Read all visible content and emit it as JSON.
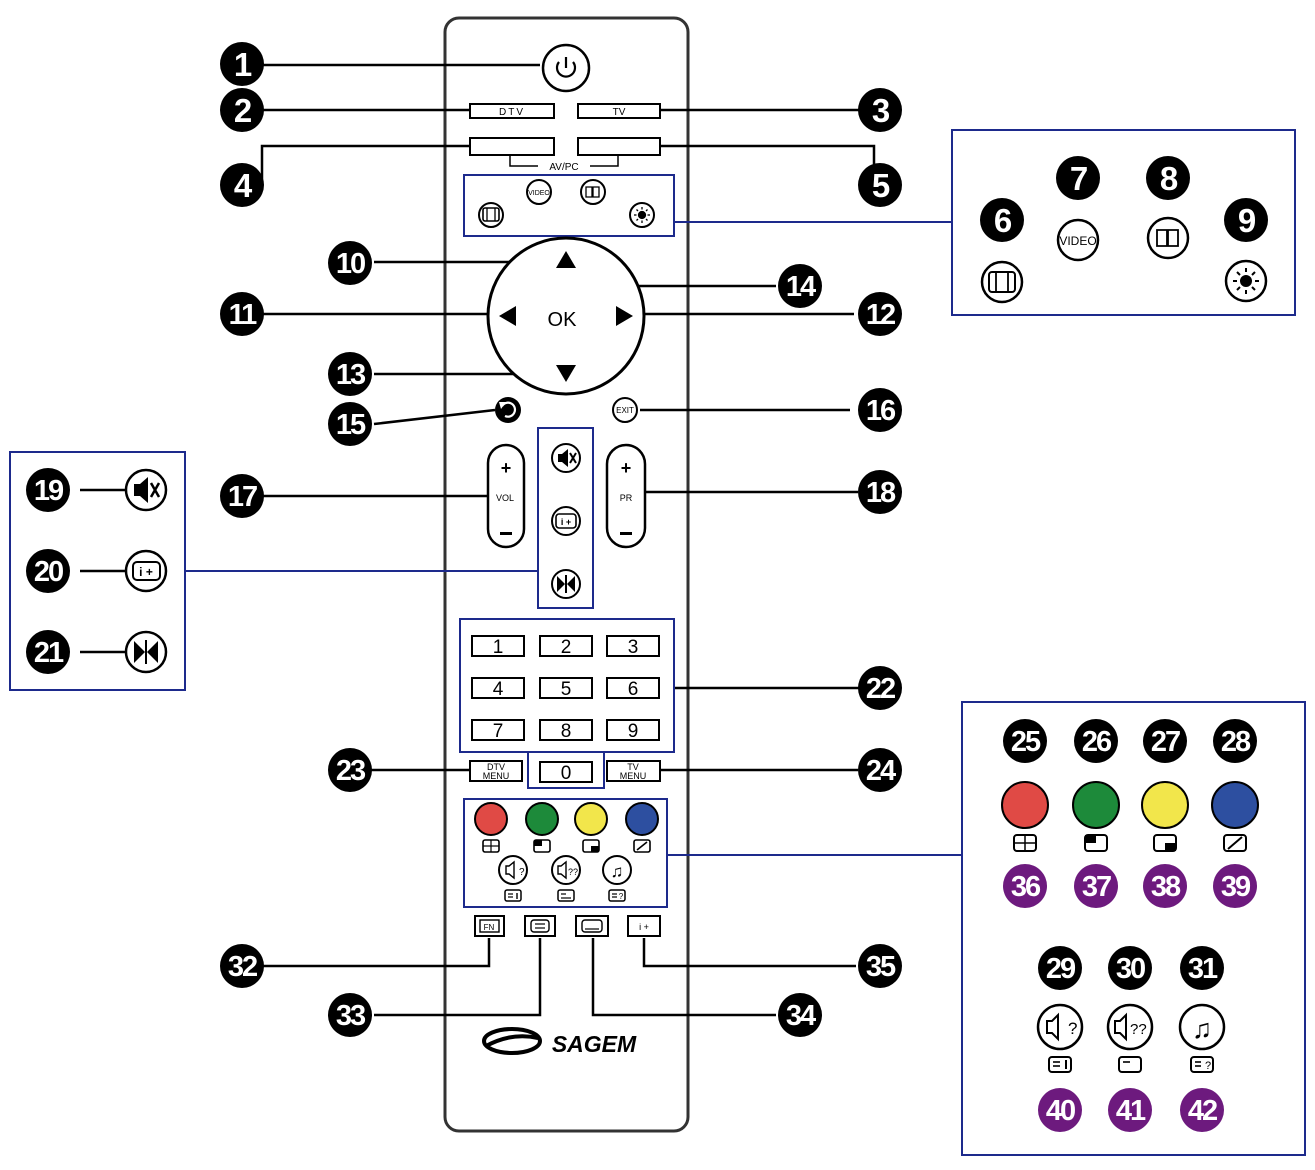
{
  "remote": {
    "power_icon": "power-icon",
    "labels": {
      "dtv": "DTV",
      "tv": "TV",
      "av_pc": "AV/PC",
      "video": "VIDEO",
      "ok": "OK",
      "exit": "EXIT",
      "vol": "VOL",
      "pr": "PR",
      "dtv_menu_line1": "DTV",
      "dtv_menu_line2": "MENU",
      "tv_menu_line1": "TV",
      "tv_menu_line2": "MENU",
      "fn": "FN",
      "i_plus": "i +",
      "brand": "SAGEM"
    },
    "digits": [
      "1",
      "2",
      "3",
      "4",
      "5",
      "6",
      "7",
      "8",
      "9",
      "0"
    ],
    "color_keys": {
      "red": "#e04a45",
      "green": "#1d8a3a",
      "yellow": "#f2e64b",
      "blue": "#2d4fa0"
    }
  },
  "callouts": {
    "c1": "1",
    "c2": "2",
    "c3": "3",
    "c4": "4",
    "c5": "5",
    "c6": "6",
    "c7": "7",
    "c8": "8",
    "c9": "9",
    "c10": "10",
    "c11": "11",
    "c12": "12",
    "c13": "13",
    "c14": "14",
    "c15": "15",
    "c16": "16",
    "c17": "17",
    "c18": "18",
    "c19": "19",
    "c20": "20",
    "c21": "21",
    "c22": "22",
    "c23": "23",
    "c24": "24",
    "c25": "25",
    "c26": "26",
    "c27": "27",
    "c28": "28",
    "c29": "29",
    "c30": "30",
    "c31": "31",
    "c32": "32",
    "c33": "33",
    "c34": "34",
    "c35": "35",
    "c36": "36",
    "c37": "37",
    "c38": "38",
    "c39": "39",
    "c40": "40",
    "c41": "41",
    "c42": "42"
  },
  "colors": {
    "callout_black": "#000000",
    "callout_purple": "#6d1a7e",
    "box_blue": "#1d2a8c"
  }
}
